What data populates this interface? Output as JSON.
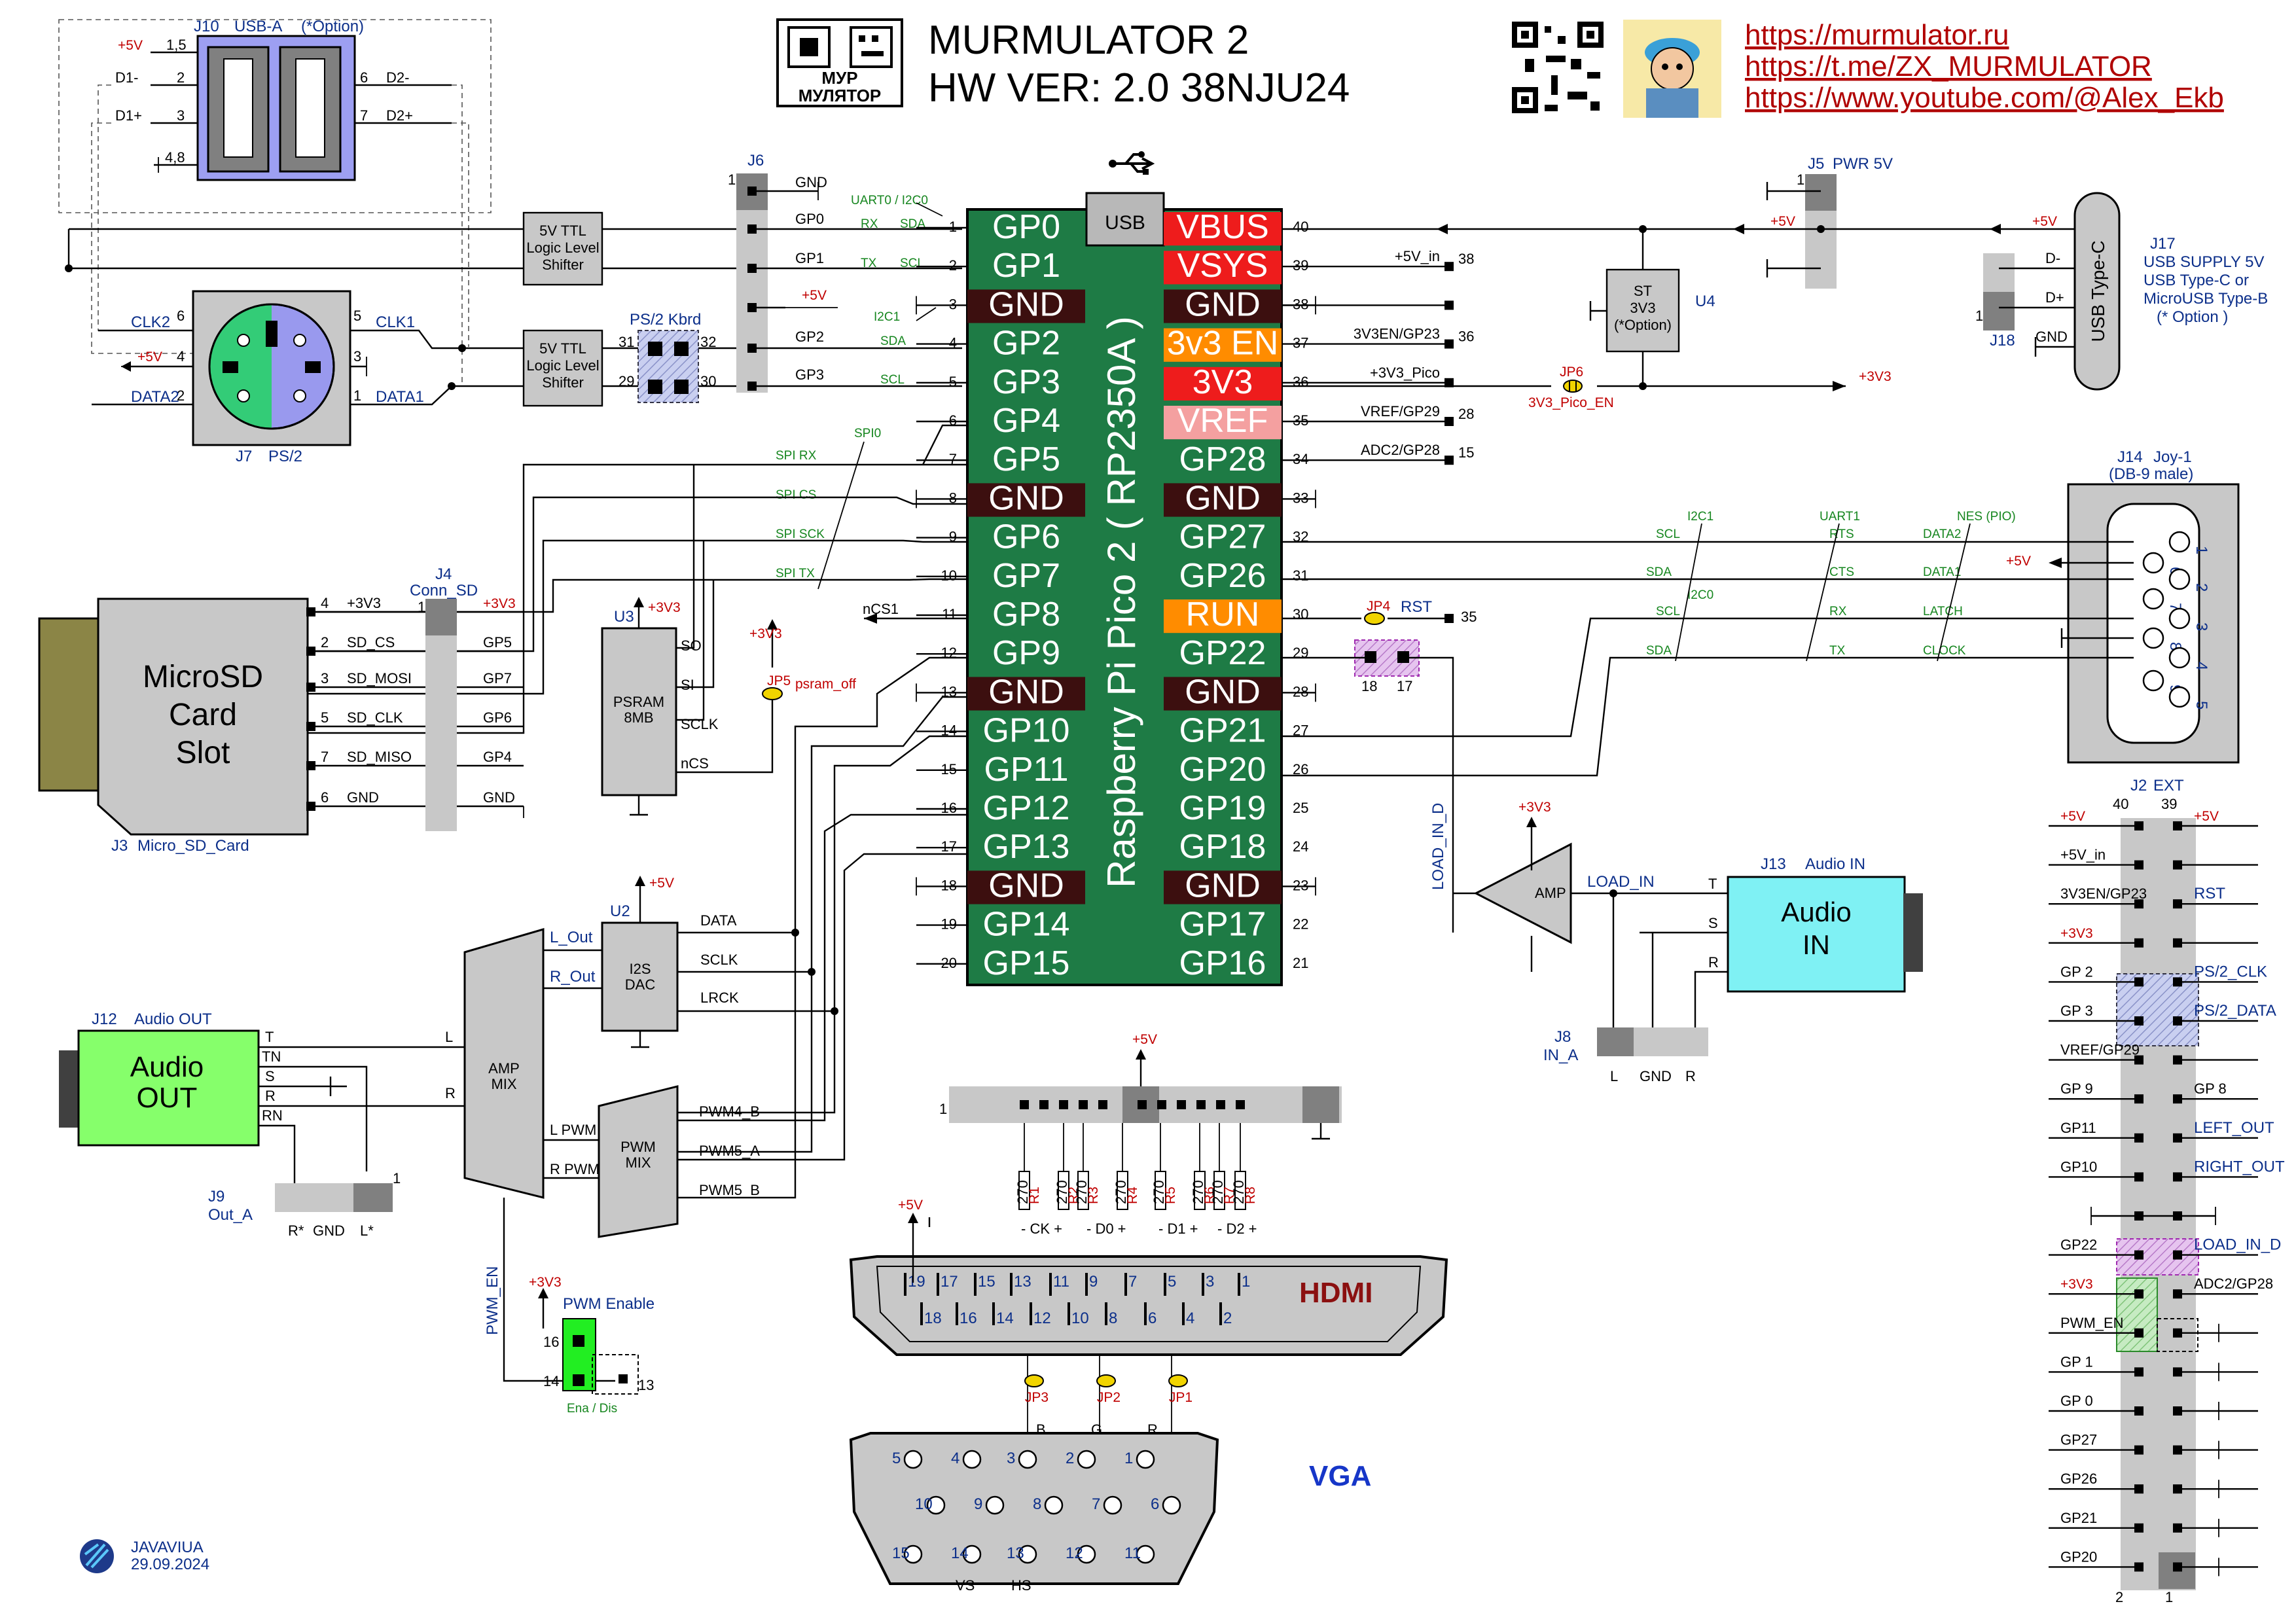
{
  "title": {
    "logo_line1": "МУР",
    "logo_line2": "МУЛЯТОР",
    "line1": "MURMULATOR 2",
    "line2": "HW VER: 2.0  38NJU24"
  },
  "links": [
    "https://murmulator.ru",
    "https://t.me/ZX_MURMULATOR",
    "https://www.youtube.com/@Alex_Ekb"
  ],
  "author": {
    "name": "JAVAVIUA",
    "date": "29.09.2024"
  },
  "power_labels": {
    "p5v": "+5V",
    "p3v3": "+3V3",
    "gnd": "GND"
  },
  "colors": {
    "pico": "#1e7b45",
    "power_red": "#ee1c1c",
    "en_orange": "#ff8c00",
    "vref_pink": "#f4a0a0",
    "gnd_brown": "#3c0f0f",
    "hdmi_label": "#8b1010",
    "vga_label": "#1636c8",
    "audio_out": "#86ff6b",
    "audio_in": "#7ff1f4",
    "psram_bg": "#c8c8c8"
  },
  "pico": {
    "name": "Raspberry Pi  Pico 2  ( RP2350A )",
    "usb": "USB",
    "left": [
      {
        "num": "1",
        "label": "GP0"
      },
      {
        "num": "2",
        "label": "GP1"
      },
      {
        "num": "3",
        "label": "GND"
      },
      {
        "num": "4",
        "label": "GP2"
      },
      {
        "num": "5",
        "label": "GP3"
      },
      {
        "num": "6",
        "label": "GP4"
      },
      {
        "num": "7",
        "label": "GP5"
      },
      {
        "num": "8",
        "label": "GND"
      },
      {
        "num": "9",
        "label": "GP6"
      },
      {
        "num": "10",
        "label": "GP7"
      },
      {
        "num": "11",
        "label": "GP8"
      },
      {
        "num": "12",
        "label": "GP9"
      },
      {
        "num": "13",
        "label": "GND"
      },
      {
        "num": "14",
        "label": "GP10"
      },
      {
        "num": "15",
        "label": "GP11"
      },
      {
        "num": "16",
        "label": "GP12"
      },
      {
        "num": "17",
        "label": "GP13"
      },
      {
        "num": "18",
        "label": "GND"
      },
      {
        "num": "19",
        "label": "GP14"
      },
      {
        "num": "20",
        "label": "GP15"
      }
    ],
    "right": [
      {
        "num": "40",
        "label": "VBUS"
      },
      {
        "num": "39",
        "label": "VSYS"
      },
      {
        "num": "38",
        "label": "GND"
      },
      {
        "num": "37",
        "label": "3v3 EN"
      },
      {
        "num": "36",
        "label": "3V3"
      },
      {
        "num": "35",
        "label": "VREF"
      },
      {
        "num": "34",
        "label": "GP28"
      },
      {
        "num": "33",
        "label": "GND"
      },
      {
        "num": "32",
        "label": "GP27"
      },
      {
        "num": "31",
        "label": "GP26"
      },
      {
        "num": "30",
        "label": "RUN"
      },
      {
        "num": "29",
        "label": "GP22"
      },
      {
        "num": "28",
        "label": "GND"
      },
      {
        "num": "27",
        "label": "GP21"
      },
      {
        "num": "26",
        "label": "GP20"
      },
      {
        "num": "25",
        "label": "GP19"
      },
      {
        "num": "24",
        "label": "GP18"
      },
      {
        "num": "23",
        "label": "GND"
      },
      {
        "num": "22",
        "label": "GP17"
      },
      {
        "num": "21",
        "label": "GP16"
      }
    ],
    "right_nets": [
      "",
      "+5V_in",
      "",
      "3V3EN/GP23",
      "+3V3_Pico",
      "VREF/GP29",
      "ADC2/GP28",
      "",
      "",
      "",
      "",
      "",
      "",
      "",
      "",
      "",
      "",
      "",
      "",
      ""
    ],
    "right_ends": [
      "",
      "38",
      "",
      "36",
      "",
      "28",
      "15",
      "",
      "",
      "",
      "35",
      "",
      "",
      "",
      "",
      "",
      "",
      "",
      "",
      ""
    ]
  },
  "j6": {
    "ref": "J6",
    "pin1": "1",
    "nets": [
      "GND",
      "GP0",
      "GP1",
      "+5V",
      "GP2",
      "GP3"
    ],
    "uart": "UART0 / I2C0",
    "i2c1": "I2C1",
    "rx": "RX",
    "tx": "TX",
    "sda": "SDA",
    "scl": "SCL"
  },
  "spi": {
    "rx": "SPI RX",
    "cs": "SPI CS",
    "sck": "SPI SCK",
    "tx": "SPI TX",
    "bus": "SPI0",
    "ncs1": "nCS1"
  },
  "usba": {
    "ref": "J10",
    "name": "USB-A",
    "opt": "(*Option)",
    "p5v": "+5V",
    "d1m": "D1-",
    "d1p": "D1+",
    "d2m": "D2-",
    "d2p": "D2+",
    "pins": [
      "1,5",
      "2",
      "3",
      "4,8",
      "6",
      "7"
    ]
  },
  "shifter": "5V TTL\nLogic Level\nShifter",
  "ps2": {
    "ref": "J7",
    "name": "PS/2",
    "pins": [
      "6",
      "5",
      "4",
      "3",
      "2",
      "1"
    ],
    "clk2": "CLK2",
    "clk1": "CLK1",
    "data2": "DATA2",
    "data1": "DATA1",
    "p5v": "+5V"
  },
  "ps2kbd": {
    "name": "PS/2 Kbrd",
    "pins": [
      "31",
      "32",
      "29",
      "30"
    ]
  },
  "sd": {
    "title": [
      "MicroSD",
      "Card",
      "Slot"
    ],
    "ref": "J3",
    "name": "Micro_SD_Card",
    "pins": [
      "4",
      "2",
      "3",
      "5",
      "7",
      "6"
    ],
    "signals": [
      "+3V3",
      "SD_CS",
      "SD_MOSI",
      "SD_CLK",
      "SD_MISO",
      "GND"
    ],
    "gp": [
      "+3V3",
      "GP5",
      "GP7",
      "GP6",
      "GP4",
      "GND"
    ]
  },
  "j4": {
    "ref": "J4",
    "name": "Conn_SD",
    "pin1": "1"
  },
  "psram": {
    "ref": "U3",
    "name": "PSRAM\n8MB",
    "pins": [
      "SO",
      "SI",
      "SCLK",
      "nCS"
    ],
    "p3v3": "+3V3"
  },
  "jp5": {
    "ref": "JP5",
    "name": "psram_off",
    "p3v3": "+3V3"
  },
  "dac": {
    "ref": "U2",
    "name": "I2S\nDAC",
    "signals": [
      "DATA",
      "SCLK",
      "LRCK"
    ],
    "lout": "L_Out",
    "rout": "R_Out",
    "p5v": "+5V"
  },
  "ampmix": {
    "name": "AMP\nMIX",
    "l": "L",
    "r": "R"
  },
  "pwmmix": {
    "name": "PWM\nMIX",
    "lpwm": "L PWM",
    "rpwm": "R PWM",
    "signals": [
      "PWM4_B",
      "PWM5_A",
      "PWM5_B"
    ]
  },
  "audio_out": {
    "ref": "J12",
    "name": "Audio OUT",
    "box": [
      "Audio",
      "OUT"
    ],
    "pins": [
      "T",
      "TN",
      "S",
      "R",
      "RN"
    ]
  },
  "j9": {
    "ref": "J9",
    "name": "Out_A",
    "pins": [
      "R*",
      "GND",
      "L*"
    ],
    "pin1": "1"
  },
  "pwm_en": {
    "net": "PWM_EN",
    "name": "PWM Enable",
    "p3v3": "+3V3",
    "pins": [
      "16",
      "14",
      "13"
    ],
    "label": "Ena / Dis"
  },
  "hdmi": {
    "label": "HDMI",
    "resistors": [
      "R1",
      "R2",
      "R3",
      "R4",
      "R5",
      "R6",
      "R7",
      "R8"
    ],
    "res_value": "270",
    "pairs": [
      "- CK +",
      "- D0 +",
      "- D1 +",
      "- D2 +"
    ],
    "jps": [
      "JP3",
      "JP2",
      "JP1"
    ],
    "p5v": "+5V",
    "top_pins": [
      "19",
      "17",
      "15",
      "13",
      "11",
      "9",
      "7",
      "5",
      "3",
      "1"
    ],
    "bot_pins": [
      "18",
      "16",
      "14",
      "12",
      "10",
      "8",
      "6",
      "4",
      "2"
    ],
    "header_pin1": "1"
  },
  "vga": {
    "label": "VGA",
    "row1": [
      "5",
      "4",
      "3",
      "2",
      "1"
    ],
    "row2": [
      "10",
      "9",
      "8",
      "7",
      "6"
    ],
    "row3": [
      "15",
      "14",
      "13",
      "12",
      "11"
    ],
    "rgb": [
      "B",
      "G",
      "R"
    ],
    "vs": "VS",
    "hs": "HS"
  },
  "j5": {
    "ref": "J5",
    "name": "PWR 5V",
    "pin1": "1"
  },
  "u4": {
    "ref": "U4",
    "name": "ST\n3V3\n(*Option)"
  },
  "jp6": {
    "ref": "JP6",
    "name": "3V3_Pico_EN",
    "p3v3": "+3V3"
  },
  "usbc": {
    "ref": "J17",
    "desc": [
      "USB SUPPLY 5V",
      "USB Type-C or",
      "MicroUSB Type-B",
      "(* Option )"
    ],
    "name": "USB Type-C",
    "pins": [
      "D-",
      "D+",
      "GND"
    ],
    "p5v": "+5V"
  },
  "j18": {
    "ref": "J18",
    "pin1": "1"
  },
  "joy": {
    "ref": "J14",
    "name": "Joy-1",
    "sub": "(DB-9 male)",
    "p5v": "+5V",
    "rows": [
      {
        "sig": [
          "SCL",
          "RTS",
          "DATA2"
        ]
      },
      {
        "sig": [
          "SDA",
          "CTS",
          "DATA1"
        ]
      },
      {
        "sig": [
          "SCL",
          "RX",
          "LATCH"
        ]
      },
      {
        "sig": [
          "SDA",
          "TX",
          "CLOCK"
        ]
      }
    ],
    "groups": [
      "I2C1",
      "UART1",
      "NES (PIO)",
      "I2C0"
    ],
    "pins": [
      "1",
      "6",
      "2",
      "7",
      "3",
      "8",
      "4",
      "9",
      "5"
    ]
  },
  "jp4": {
    "ref": "JP4",
    "name": "RST",
    "pins": [
      "18",
      "17"
    ]
  },
  "ampin": {
    "name": "AMP",
    "load_in": "LOAD_IN",
    "load_in_d": "LOAD_IN_D",
    "p3v3": "+3V3"
  },
  "audio_in": {
    "ref": "J13",
    "name": "Audio IN",
    "box": [
      "Audio",
      "IN"
    ],
    "pins": [
      "T",
      "S",
      "R"
    ]
  },
  "j8": {
    "ref": "J8",
    "name": "IN_A",
    "pins": [
      "L",
      "GND",
      "R"
    ]
  },
  "j2": {
    "ref": "J2",
    "name": "EXT",
    "col_left": "40",
    "col_right": "39",
    "bottom_left": "2",
    "bottom_right": "1",
    "left": [
      "+5V",
      "+5V_in",
      "3V3EN/GP23",
      "+3V3",
      "GP 2",
      "GP 3",
      "VREF/GP29",
      "GP 9",
      "GP11",
      "GP10",
      "",
      "GP22",
      "+3V3",
      "PWM_EN",
      "GP 1",
      "GP 0",
      "GP27",
      "GP26",
      "GP21",
      "GP20"
    ],
    "right": [
      "+5V",
      "",
      "RST",
      "",
      "PS/2_CLK",
      "PS/2_DATA",
      "",
      "GP 8",
      "LEFT_OUT",
      "RIGHT_OUT",
      "",
      "LOAD_IN_D",
      "ADC2/GP28",
      "",
      "",
      "",
      "",
      "",
      "",
      ""
    ]
  }
}
